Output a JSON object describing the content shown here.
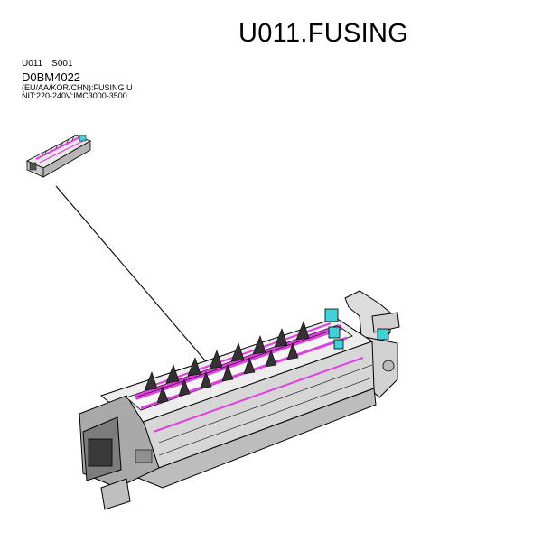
{
  "title": "U011.FUSING",
  "part": {
    "unit_code": "U011",
    "item_code": "S001",
    "part_number": "D0BM4022",
    "description_line1": "(EU/AA/KOR/CHN):FUSING U",
    "description_line2": "NIT:220-240V:IMC3000-3500"
  },
  "colors": {
    "accent_magenta": "#e040e0",
    "accent_cyan": "#3ed3d8",
    "body_grey": "#d9d9d9",
    "line": "#000000"
  },
  "icons": {
    "thumbnail": "fusing-unit-thumbnail-icon",
    "illustration": "fusing-unit-illustration"
  }
}
